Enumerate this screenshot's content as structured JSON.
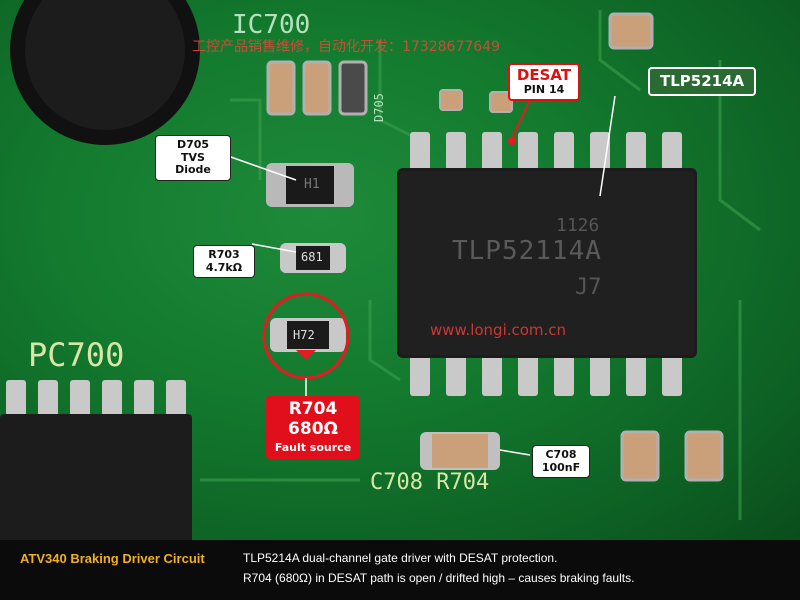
{
  "watermarks": {
    "top": "工控产品销售维修，自动化开发：17328677649",
    "middle": "www.longi.com.cn"
  },
  "silkscreen": {
    "ic700": "IC700",
    "pc700": "PC700",
    "c708r704": "C708 R704",
    "d705_vertical": "D705"
  },
  "chip": {
    "date_code": "1126",
    "part_marking": "TLP52114A",
    "suffix": "J7"
  },
  "parts": {
    "r703_marking": "681",
    "r704_marking": "H72",
    "d705_marking": "H1"
  },
  "callouts": {
    "desat": {
      "title": "DESAT",
      "subtitle": "PIN 14"
    },
    "tlp": {
      "label": "TLP5214A"
    },
    "d705": {
      "title": "D705",
      "subtitle": "TVS Diode"
    },
    "r703": {
      "title": "R703",
      "subtitle": "4.7kΩ"
    },
    "r704": {
      "title": "R704",
      "value": "680Ω",
      "note": "Fault source"
    },
    "c708": {
      "title": "C708",
      "subtitle": "100nF"
    }
  },
  "caption": {
    "title": "ATV340 Braking Driver Circuit",
    "line1": "TLP5214A dual-channel gate driver with DESAT protection.",
    "line2": "R704 (680Ω) in DESAT path is open / drifted high – causes braking faults."
  },
  "colors": {
    "pcb_green": "#137a2e",
    "callout_red": "#e10f1c",
    "callout_green": "#2a6b34",
    "caption_title": "#f0b020"
  }
}
